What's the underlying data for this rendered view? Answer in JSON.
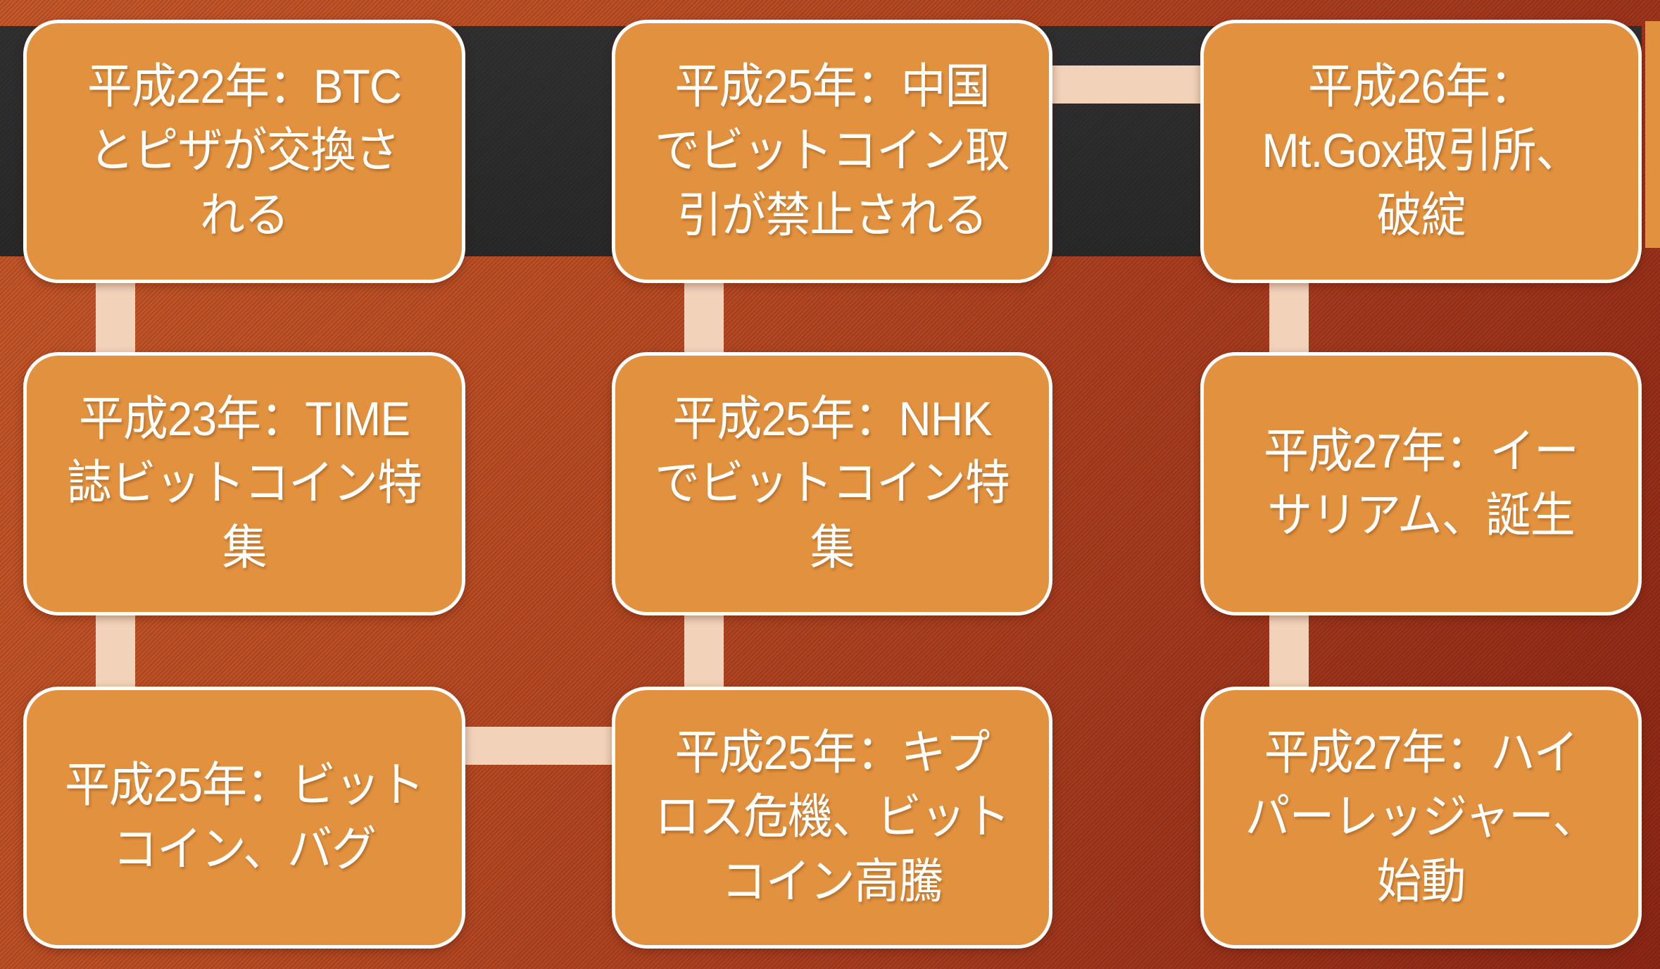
{
  "slide": {
    "description": "Bitcoin history timeline SmartArt (serpentine process)",
    "colors": {
      "node_fill": "#e2923e",
      "node_border": "#ffffff",
      "connector": "#f2d3ba",
      "band": "#292929",
      "background_light": "#c65a2b",
      "background_dark": "#8c2716",
      "text": "#ffffff"
    },
    "nodes": [
      {
        "label": "平成22年：BTC\nとピザが交換さ\nれる"
      },
      {
        "label": "平成23年：TIME\n誌ビットコイン特\n集"
      },
      {
        "label": "平成25年：ビット\nコイン、バグ"
      },
      {
        "label": "平成25年：中国\nでビットコイン取\n引が禁止される"
      },
      {
        "label": "平成25年：NHK\nでビットコイン特\n集"
      },
      {
        "label": "平成25年：キプ\nロス危機、ビット\nコイン高騰"
      },
      {
        "label": "平成26年：\nMt.Gox取引所、\n破綻"
      },
      {
        "label": "平成27年：イー\nサリアム、誕生"
      },
      {
        "label": "平成27年：ハイ\nパーレッジャー、\n始動"
      }
    ]
  }
}
